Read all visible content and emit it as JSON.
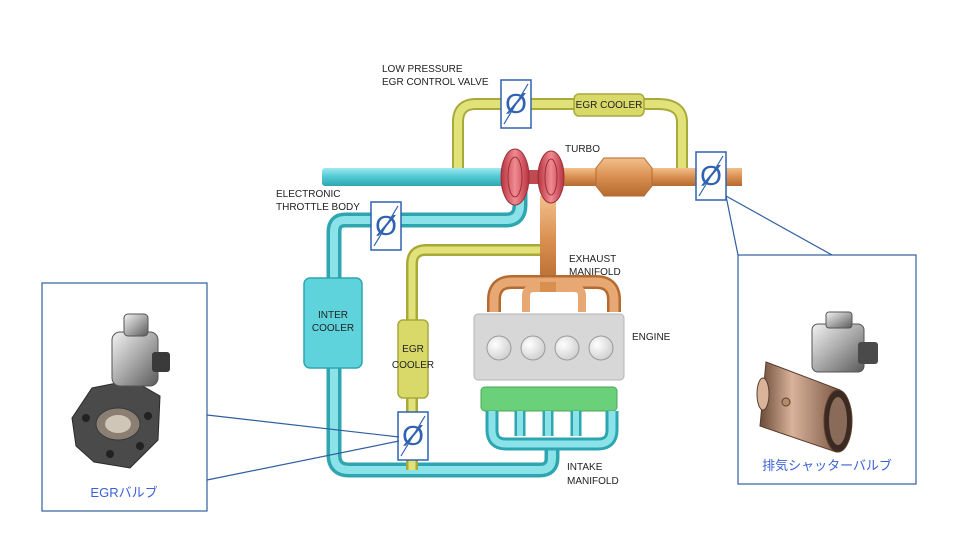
{
  "colors": {
    "cold_pipe": "#5fd3dc",
    "egr_pipe": "#dcdc6a",
    "exhaust_pipe": "#d9955a",
    "turbo": "#d9545e",
    "intercooler": "#5fd3dc",
    "egr_cooler_box": "#d9d96a",
    "engine_block": "#d7d7d7",
    "intake_plenum": "#6bd07a",
    "valve_frame": "#2f62b0",
    "callout_frame": "#2f5f9f",
    "callout_text": "#3b5fd9"
  },
  "labels": {
    "low_pressure_line1": "LOW PRESSURE",
    "low_pressure_line2": "EGR CONTROL VALVE",
    "egr_cooler_top": "EGR COOLER",
    "turbo": "TURBO",
    "electronic_line1": "ELECTRONIC",
    "electronic_line2": "THROTTLE  BODY",
    "exhaust_line1": "EXHAUST",
    "exhaust_line2": "MANIFOLD",
    "inter_line1": "INTER",
    "inter_line2": "COOLER",
    "egr_cooler_line1": "EGR",
    "egr_cooler_line2": "COOLER",
    "engine": "ENGINE",
    "intake_line1": "INTAKE",
    "intake_line2": "MANIFOLD"
  },
  "callouts": {
    "left": {
      "caption": "EGRバルブ",
      "photo_icon": "egr-valve-photo"
    },
    "right": {
      "caption": "排気シャッターバルブ",
      "photo_icon": "exhaust-shutter-valve-photo"
    }
  },
  "valve_symbol": "Ø"
}
